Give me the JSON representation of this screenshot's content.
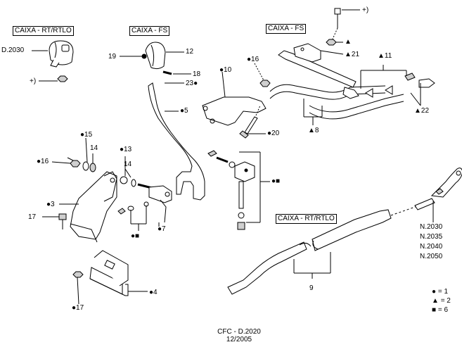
{
  "frames": {
    "rt_rtlo_top": "CAIXA - RT/RTLO",
    "fs_left": "CAIXA - FS",
    "fs_right": "CAIXA - FS",
    "rt_rtlo_bottom": "CAIXA - RT/RTLO"
  },
  "callouts": {
    "d2030": "D.2030",
    "plus_top_left": "+)",
    "plus_top_right": "+)",
    "c19": "19",
    "c12": "12",
    "c18": "18",
    "c23": "23",
    "c5": "5",
    "c10": "10",
    "c16_top": "16",
    "c20": "20",
    "c21": "21",
    "c11": "11",
    "c22": "22",
    "c8": "8",
    "c15": "15",
    "c14_left": "14",
    "c16_left": "16",
    "c13": "13",
    "c14_mid": "14",
    "c3": "3",
    "c17_left": "17",
    "c7": "7",
    "c4": "4",
    "c17_bottom": "17",
    "c9": "9",
    "n_list": [
      "N.2030",
      "N.2035",
      "N.2040",
      "N.2050"
    ]
  },
  "legend": [
    {
      "symbol": "●",
      "text": "= 1"
    },
    {
      "symbol": "▲",
      "text": "= 2"
    },
    {
      "symbol": "■",
      "text": "= 6"
    }
  ],
  "footer": {
    "code": "CFC - D.2020",
    "date": "12/2005"
  },
  "colors": {
    "ink": "#000000",
    "part_fill": "#ffffff",
    "shade": "#cfcfcf"
  }
}
